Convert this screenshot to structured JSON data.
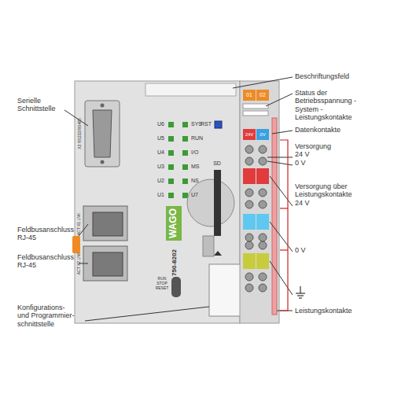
{
  "diagram": {
    "labels": [
      "Beschriftungsfeld",
      "Serielle Schnittstelle",
      "Status der Betriebsspannung -System -Leistungskontakte",
      "01",
      "02",
      "U6",
      "SYS",
      "RST",
      "U5",
      "RUN",
      "U4",
      "I/O",
      "U3",
      "MS",
      "U2",
      "NS",
      "U1",
      "U7",
      "X3 RS232/RS485",
      "Datenkontakte",
      "24V",
      "0V",
      "Versorgung 24 V 0 V",
      "SD",
      "Versorgung über Leistungskontakte 24 V",
      "WAGO",
      "Feldbusanschluss RJ-45",
      "750-8202",
      "ACT X1 LNK",
      "0 V",
      "Feldbusanschluss RJ-45",
      "ACT X2 LNK",
      "RUN STOP RESET",
      "Leistungskontakte",
      "Konfigurations- und Programmier- schnittstelle"
    ]
  }
}
